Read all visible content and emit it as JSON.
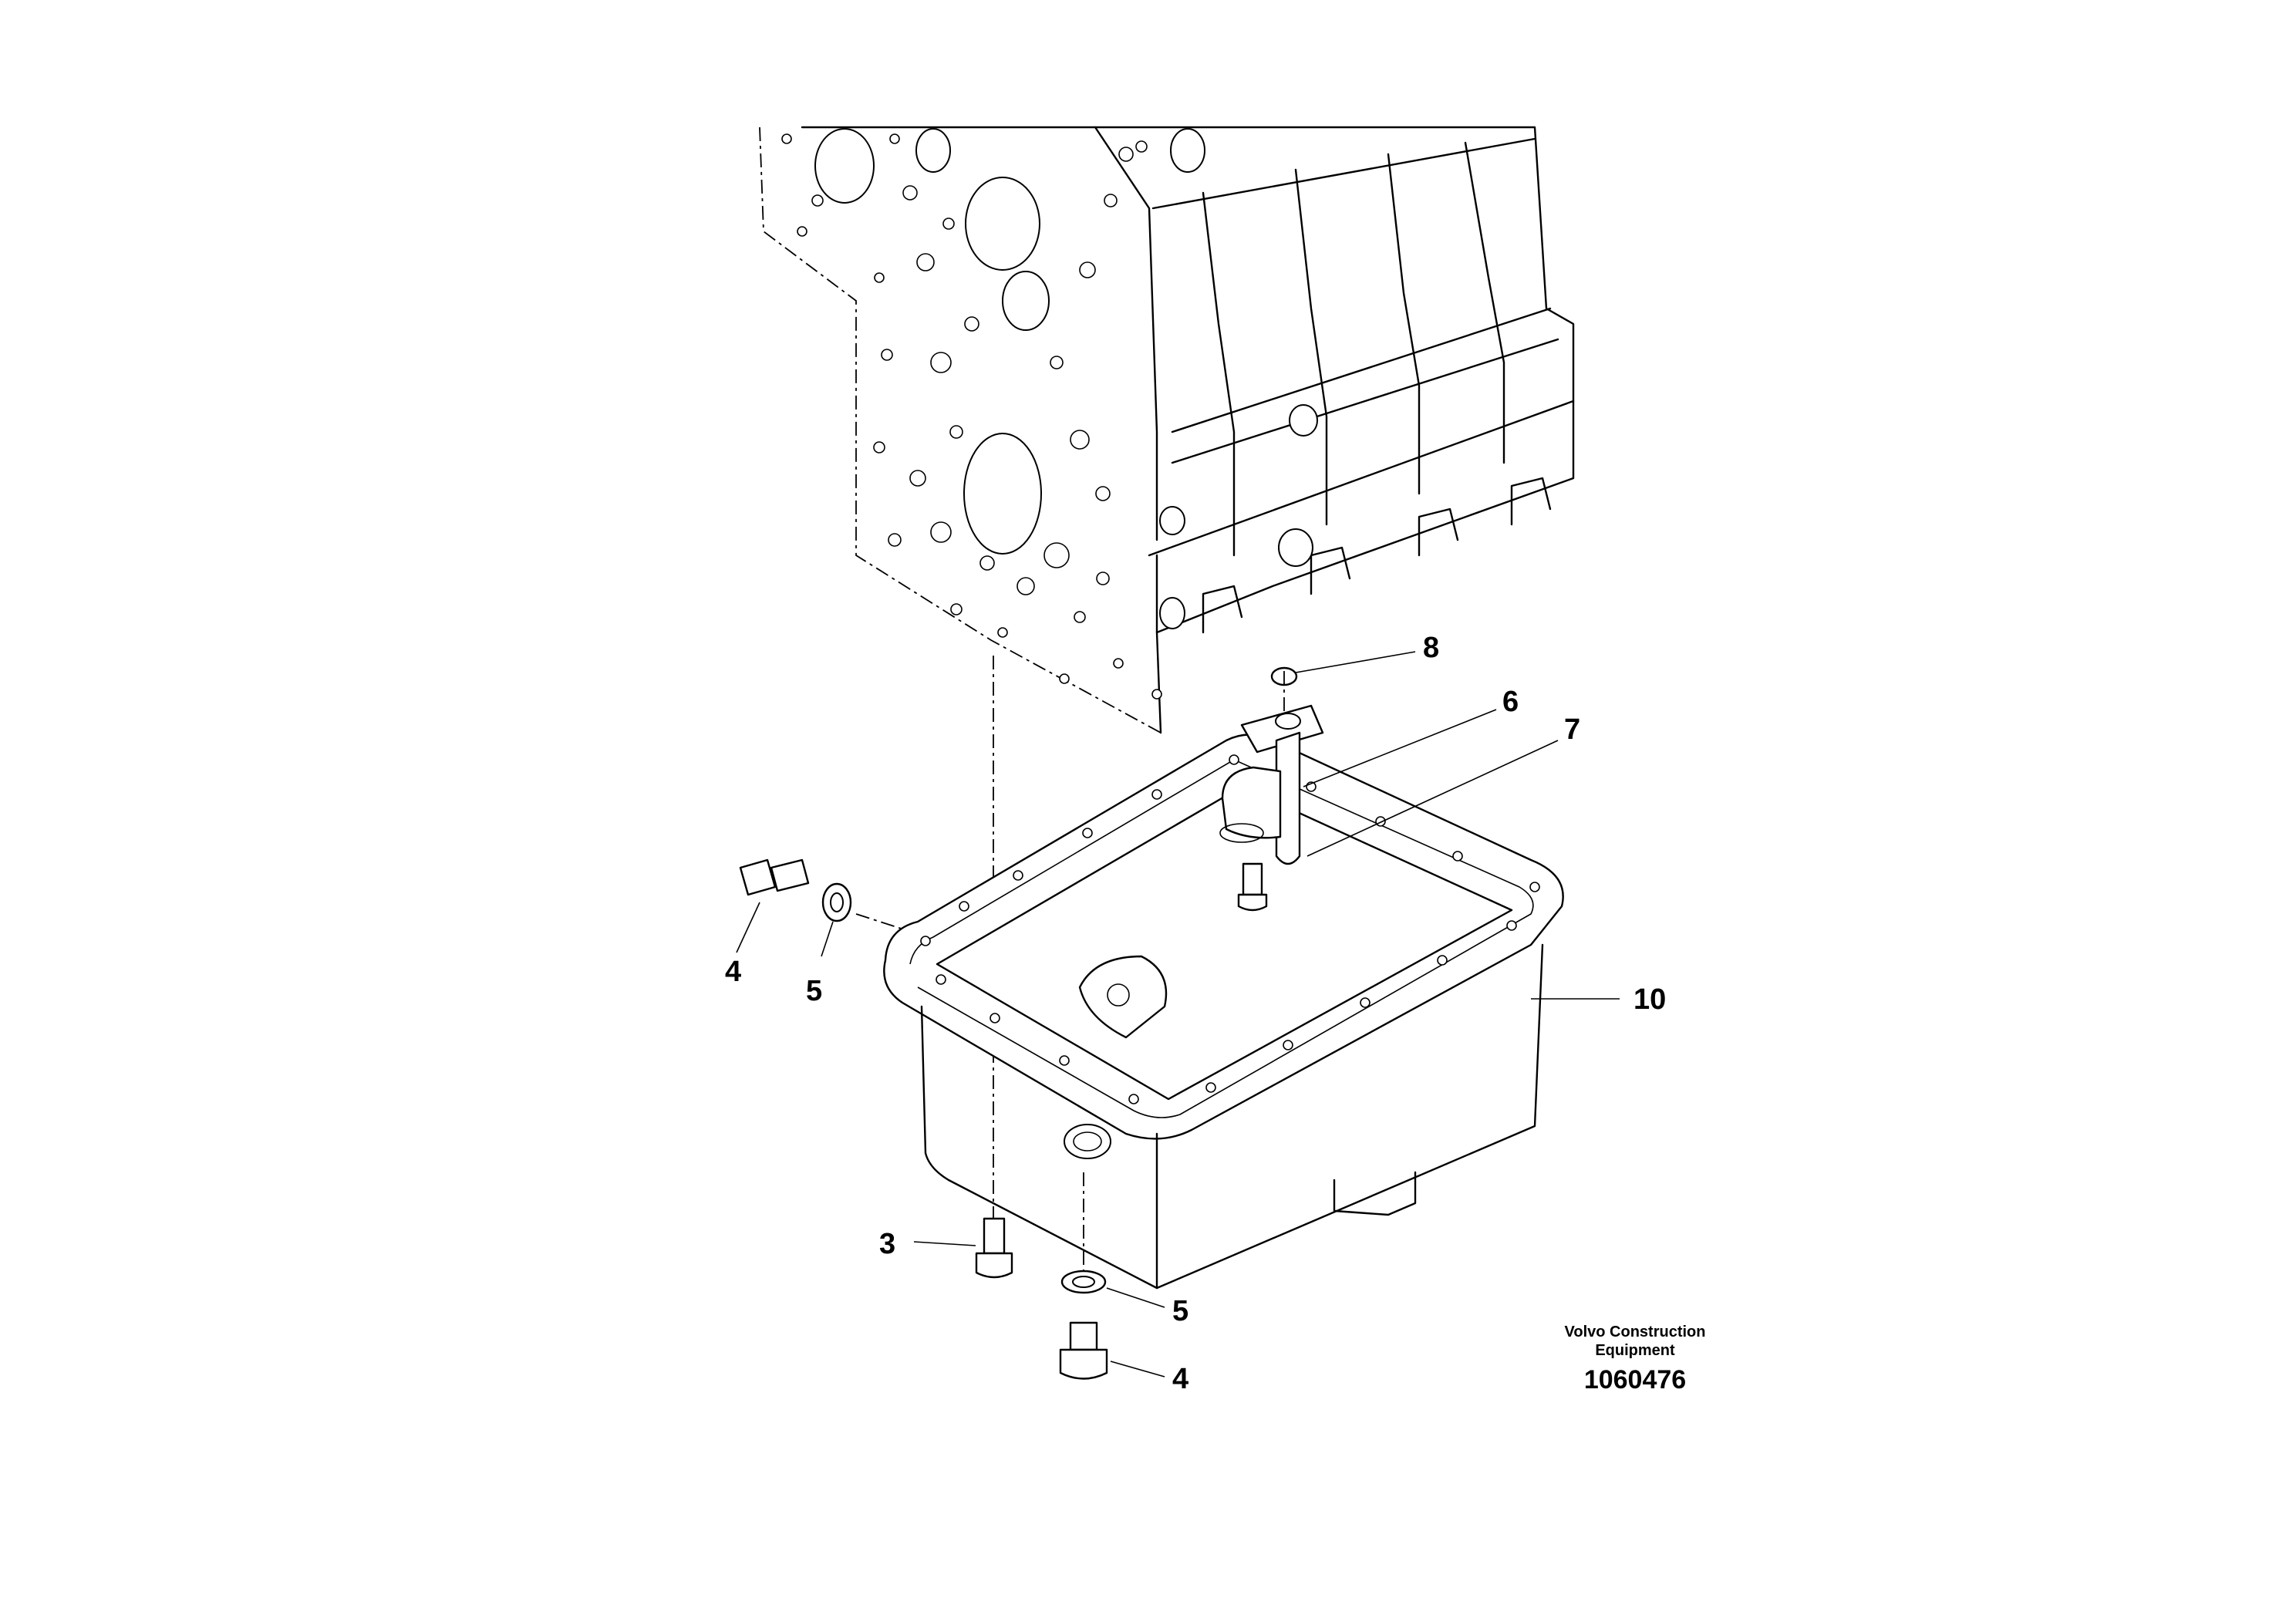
{
  "callouts": [
    {
      "label": "8"
    },
    {
      "label": "6"
    },
    {
      "label": "7"
    },
    {
      "label": "4"
    },
    {
      "label": "5"
    },
    {
      "label": "10"
    },
    {
      "label": "3"
    },
    {
      "label": "5"
    },
    {
      "label": "4"
    }
  ],
  "footer": {
    "maker_line1": "Volvo Construction",
    "maker_line2": "Equipment",
    "document_number": "1060476"
  }
}
